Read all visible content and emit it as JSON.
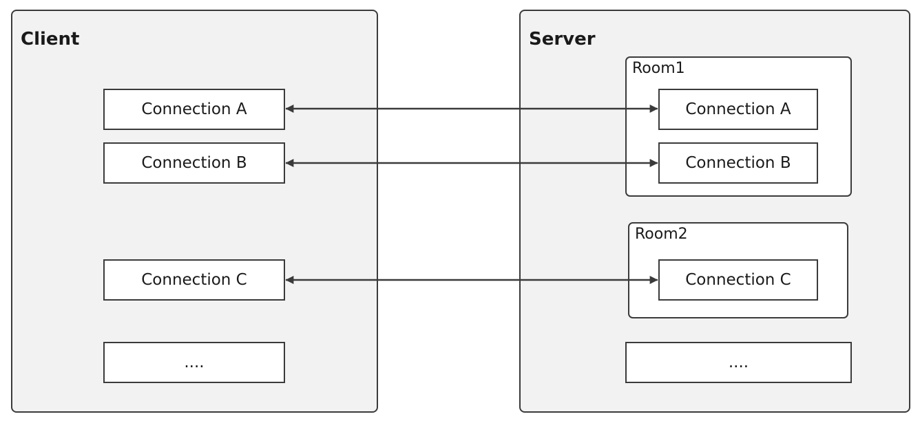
{
  "client": {
    "title": "Client",
    "connections": [
      "Connection A",
      "Connection B",
      "Connection C"
    ],
    "more": "...."
  },
  "server": {
    "title": "Server",
    "rooms": [
      {
        "label": "Room1",
        "connections": [
          "Connection A",
          "Connection B"
        ]
      },
      {
        "label": "Room2",
        "connections": [
          "Connection C"
        ]
      }
    ],
    "more": "...."
  },
  "colors": {
    "panel_fill": "#f2f2f2",
    "stroke": "#3a3a3a",
    "box_fill": "#ffffff"
  }
}
